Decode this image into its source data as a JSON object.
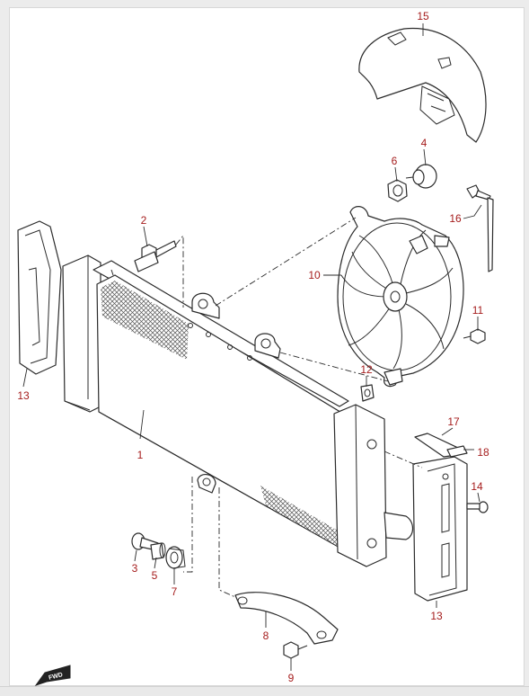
{
  "diagram": {
    "label_color": "#a51c1c",
    "callouts": {
      "c1": "1",
      "c2": "2",
      "c3": "3",
      "c4": "4",
      "c5": "5",
      "c6": "6",
      "c7": "7",
      "c8": "8",
      "c9": "9",
      "c10": "10",
      "c11": "11",
      "c12": "12",
      "c13a": "13",
      "c13b": "13",
      "c14": "14",
      "c15": "15",
      "c16": "16",
      "c17": "17",
      "c18": "18"
    },
    "fwd_marker": "FWD"
  }
}
